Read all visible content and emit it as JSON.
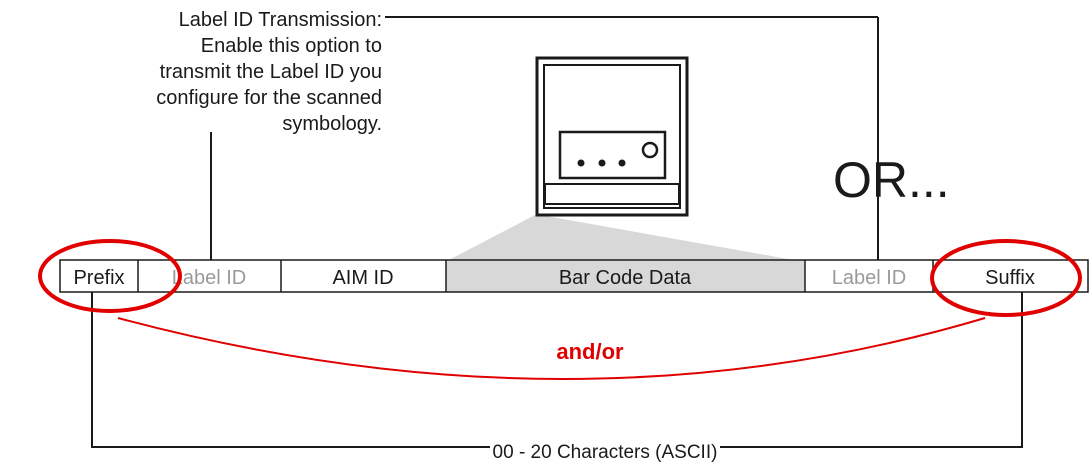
{
  "callout": {
    "lines": [
      "Label ID Transmission:",
      "Enable this option to",
      "transmit the Label ID you",
      "configure for the scanned",
      "symbology."
    ]
  },
  "or_label": "OR...",
  "fields": {
    "prefix": "Prefix",
    "label_id_left": "Label ID",
    "aim_id": "AIM ID",
    "bar_code_data": "Bar Code Data",
    "label_id_right": "Label ID",
    "suffix": "Suffix"
  },
  "and_or_label": "and/or",
  "range_label": "00 - 20 Characters (ASCII)",
  "colors": {
    "highlight": "#e00000",
    "bar_code_fill": "#d8d8d8",
    "muted_text": "#9a9a9a",
    "text": "#1a1a1a"
  }
}
